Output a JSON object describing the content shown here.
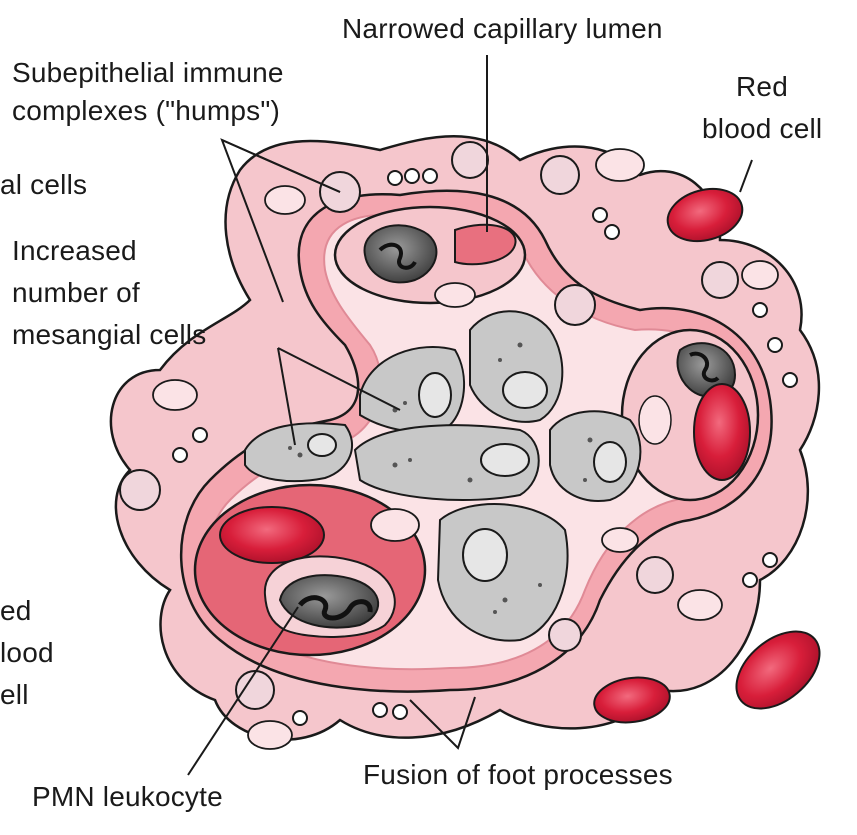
{
  "labels": {
    "narrowed_capillary_lumen": "Narrowed capillary lumen",
    "subepithelial_line1": "Subepithelial immune",
    "subepithelial_line2": "complexes (\"humps\")",
    "red_blood_cell_right_line1": "Red",
    "red_blood_cell_right_line2": "blood cell",
    "cut_endothelial_cells": "al cells",
    "mesangial_line1": "Increased",
    "mesangial_line2": "number of",
    "mesangial_line3": "mesangial cells",
    "cut_rbc_left_line1": "ed",
    "cut_rbc_left_line2": "lood",
    "cut_rbc_left_line3": "ell",
    "pmn_leukocyte": "PMN leukocyte",
    "fusion_foot_processes": "Fusion of foot processes"
  },
  "colors": {
    "tissue_pink": "#f5c6cc",
    "basement_membrane": "#f4a7b0",
    "lumen_light": "#fbe3e6",
    "rbc_red": "#d81e3a",
    "mesangial_gray": "#c8c8c8",
    "nucleus_dark": "#4a4a4a",
    "outline": "#1a1a1a"
  }
}
